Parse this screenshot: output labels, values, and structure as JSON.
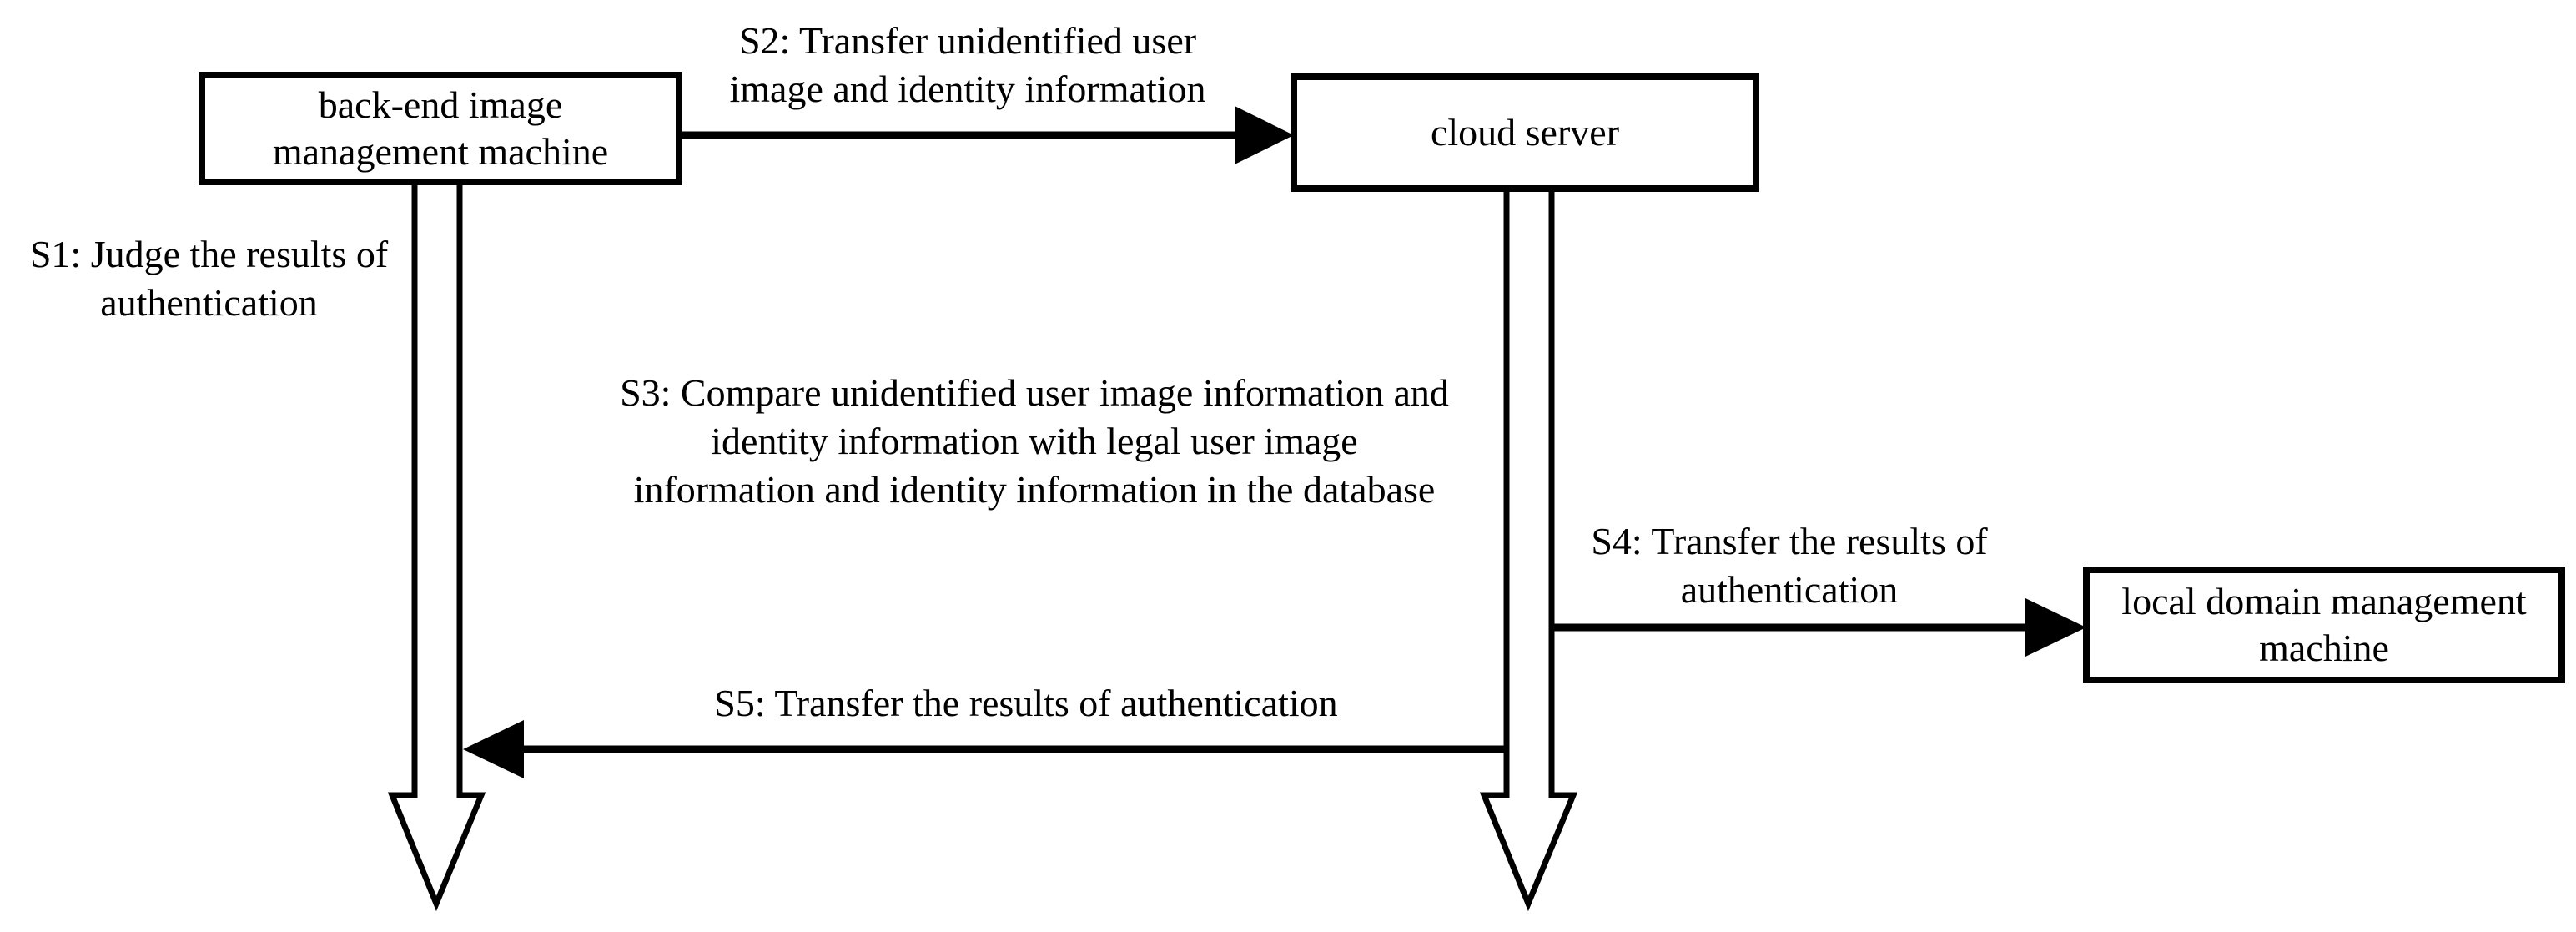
{
  "figure": {
    "background": "#ffffff",
    "line_color": "#000000",
    "nodes": {
      "backend": {
        "line1": "back-end image",
        "line2": "management machine"
      },
      "cloud": {
        "label": "cloud server"
      },
      "local": {
        "line1": "local domain management",
        "line2": "machine"
      }
    },
    "steps": {
      "s1": {
        "line1": "S1: Judge the results of",
        "line2": "authentication"
      },
      "s2": {
        "line1": "S2: Transfer unidentified user",
        "line2": "image and identity information"
      },
      "s3": {
        "line1": "S3: Compare unidentified user image information and",
        "line2": "identity information with legal  user image",
        "line3": "information and identity information in the database"
      },
      "s4": {
        "line1": "S4: Transfer the results of",
        "line2": "authentication"
      },
      "s5": {
        "label": "S5: Transfer the results of authentication"
      }
    }
  }
}
